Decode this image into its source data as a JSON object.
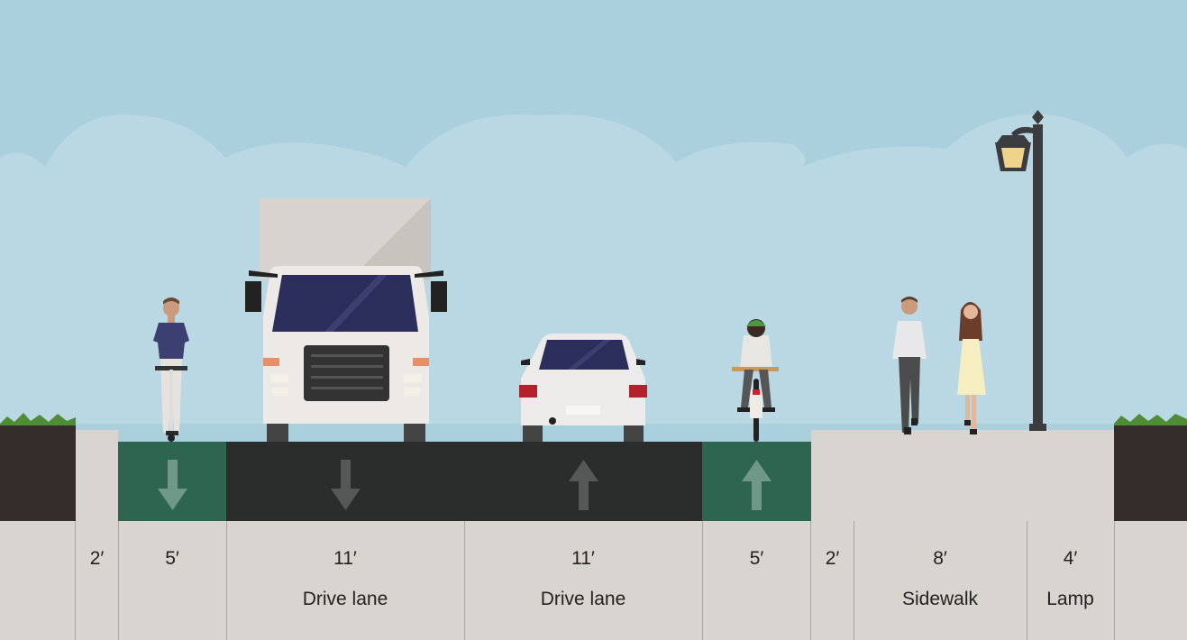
{
  "colors": {
    "sky": "#aacfdd",
    "cloud": "#b9d8e3",
    "bike_lane": "#2d6550",
    "drive_lane": "#2a2d2b",
    "sidewalk": "#d8d4cf",
    "soil": "#352d29",
    "grass": "#4f8c36"
  },
  "segments": [
    {
      "id": "buffer-left",
      "width": "2′",
      "name": "",
      "direction": "",
      "icon": ""
    },
    {
      "id": "bike-lane-left",
      "width": "5′",
      "name": "",
      "direction": "down",
      "icon": "scooter-rider"
    },
    {
      "id": "drive-lane-left",
      "width": "11′",
      "name": "Drive lane",
      "direction": "down",
      "icon": "box-truck"
    },
    {
      "id": "drive-lane-right",
      "width": "11′",
      "name": "Drive lane",
      "direction": "up",
      "icon": "sedan-car"
    },
    {
      "id": "bike-lane-right",
      "width": "5′",
      "name": "",
      "direction": "up",
      "icon": "cyclist"
    },
    {
      "id": "buffer-right",
      "width": "2′",
      "name": "",
      "direction": "",
      "icon": ""
    },
    {
      "id": "sidewalk",
      "width": "8′",
      "name": "Sidewalk",
      "direction": "",
      "icon": "pedestrians"
    },
    {
      "id": "lamp",
      "width": "4′",
      "name": "Lamp",
      "direction": "",
      "icon": "street-lamp"
    }
  ]
}
